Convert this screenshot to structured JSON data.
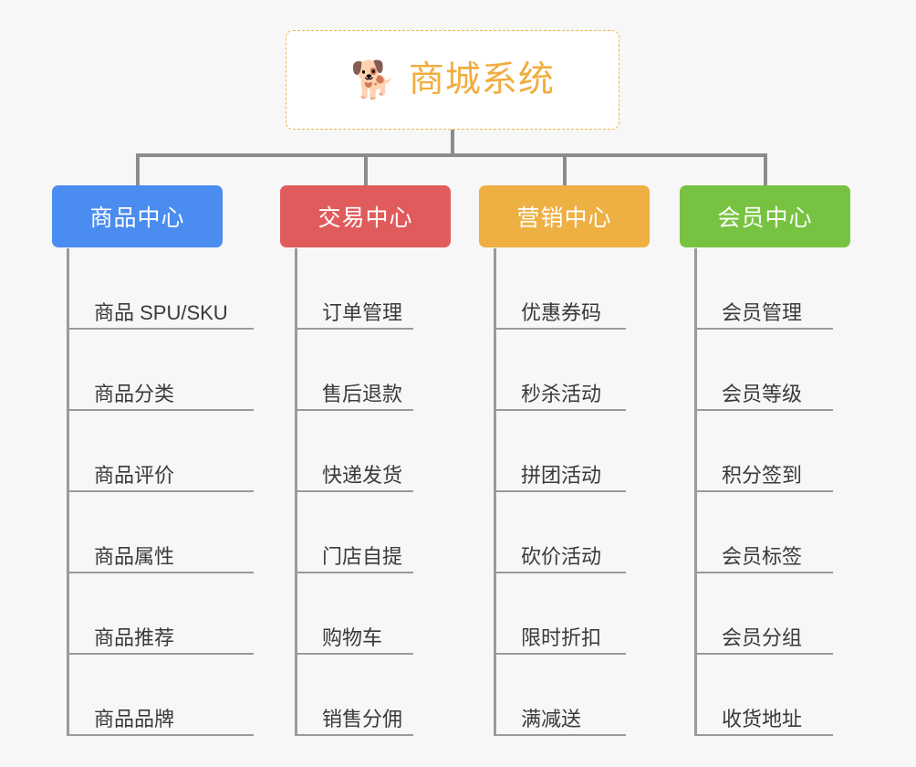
{
  "root": {
    "icon": "shiba-dog-face-icon",
    "emoji": "🐕",
    "title": "商城系统",
    "border_color": "#f0b445",
    "text_color": "#f0ad3e",
    "background": "#ffffff"
  },
  "canvas": {
    "background": "#f7f7f7",
    "connector_color": "#8c8c8c",
    "leaf_line_color": "#9a9a9a"
  },
  "branches": [
    {
      "title": "商品中心",
      "color": "#4a8cf0",
      "items": [
        "商品 SPU/SKU",
        "商品分类",
        "商品评价",
        "商品属性",
        "商品推荐",
        "商品品牌"
      ]
    },
    {
      "title": "交易中心",
      "color": "#e05c5c",
      "items": [
        "订单管理",
        "售后退款",
        "快递发货",
        "门店自提",
        "购物车",
        "销售分佣"
      ]
    },
    {
      "title": "营销中心",
      "color": "#eeaf43",
      "items": [
        "优惠券码",
        "秒杀活动",
        "拼团活动",
        "砍价活动",
        "限时折扣",
        "满减送"
      ]
    },
    {
      "title": "会员中心",
      "color": "#77c341",
      "items": [
        "会员管理",
        "会员等级",
        "积分签到",
        "会员标签",
        "会员分组",
        "收货地址"
      ]
    }
  ]
}
